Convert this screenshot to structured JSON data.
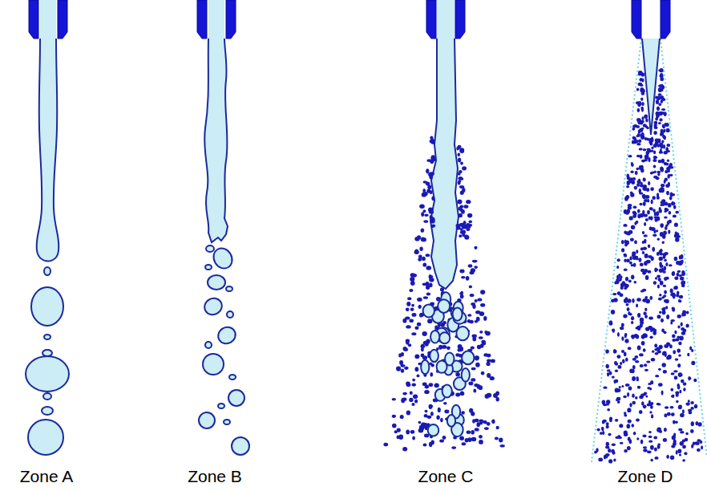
{
  "diagram": {
    "labels": [
      "Zone A",
      "Zone B",
      "Zone C",
      "Zone D"
    ]
  }
}
